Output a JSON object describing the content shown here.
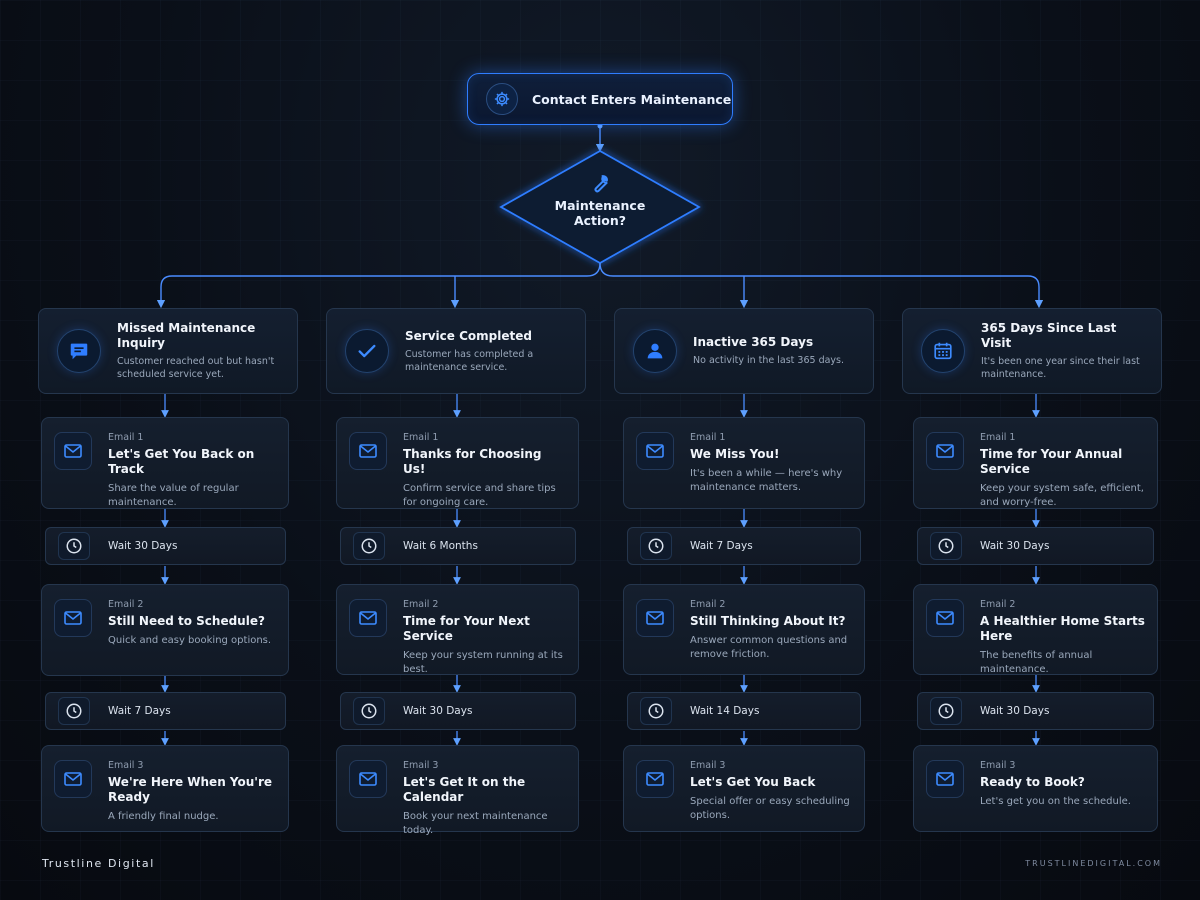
{
  "start": {
    "label": "Contact Enters Maintenance",
    "icon": "gear-icon"
  },
  "decision": {
    "line1": "Maintenance",
    "line2": "Action?",
    "icon": "wrench-icon"
  },
  "accent": "#2f7dff",
  "columns": [
    {
      "title": "Missed Maintenance Inquiry",
      "desc": "Customer reached out but hasn't scheduled service yet.",
      "icon": "chat-icon",
      "email1": {
        "label": "Email 1",
        "title": "Let's Get You Back on Track",
        "desc": "Share the value of regular maintenance."
      },
      "wait1": "Wait 30 Days",
      "email2": {
        "label": "Email 2",
        "title": "Still Need to Schedule?",
        "desc": "Quick and easy booking options."
      },
      "wait2": "Wait 7 Days",
      "email3": {
        "label": "Email 3",
        "title": "We're Here When You're Ready",
        "desc": "A friendly final nudge."
      }
    },
    {
      "title": "Service Completed",
      "desc": "Customer has completed a maintenance service.",
      "icon": "check-icon",
      "email1": {
        "label": "Email 1",
        "title": "Thanks for Choosing Us!",
        "desc": "Confirm service and share tips for ongoing care."
      },
      "wait1": "Wait 6 Months",
      "email2": {
        "label": "Email 2",
        "title": "Time for Your Next Service",
        "desc": "Keep your system running at its best."
      },
      "wait2": "Wait 30 Days",
      "email3": {
        "label": "Email 3",
        "title": "Let's Get It on the Calendar",
        "desc": "Book your next maintenance today."
      }
    },
    {
      "title": "Inactive 365 Days",
      "desc": "No activity in the last 365 days.",
      "icon": "user-icon",
      "email1": {
        "label": "Email 1",
        "title": "We Miss You!",
        "desc": "It's been a while — here's why maintenance matters."
      },
      "wait1": "Wait 7 Days",
      "email2": {
        "label": "Email 2",
        "title": "Still Thinking About It?",
        "desc": "Answer common questions and remove friction."
      },
      "wait2": "Wait 14 Days",
      "email3": {
        "label": "Email 3",
        "title": "Let's Get You Back",
        "desc": "Special offer or easy scheduling options."
      }
    },
    {
      "title": "365 Days Since Last Visit",
      "desc": "It's been one year since their last maintenance.",
      "icon": "calendar-icon",
      "email1": {
        "label": "Email 1",
        "title": "Time for Your Annual Service",
        "desc": "Keep your system safe, efficient, and worry-free."
      },
      "wait1": "Wait 30 Days",
      "email2": {
        "label": "Email 2",
        "title": "A Healthier Home Starts Here",
        "desc": "The benefits of annual maintenance."
      },
      "wait2": "Wait 30 Days",
      "email3": {
        "label": "Email 3",
        "title": "Ready to Book?",
        "desc": "Let's get you on the schedule."
      }
    }
  ],
  "footer": {
    "brand": "Trustline Digital",
    "url": "TRUSTLINEDIGITAL.COM"
  }
}
